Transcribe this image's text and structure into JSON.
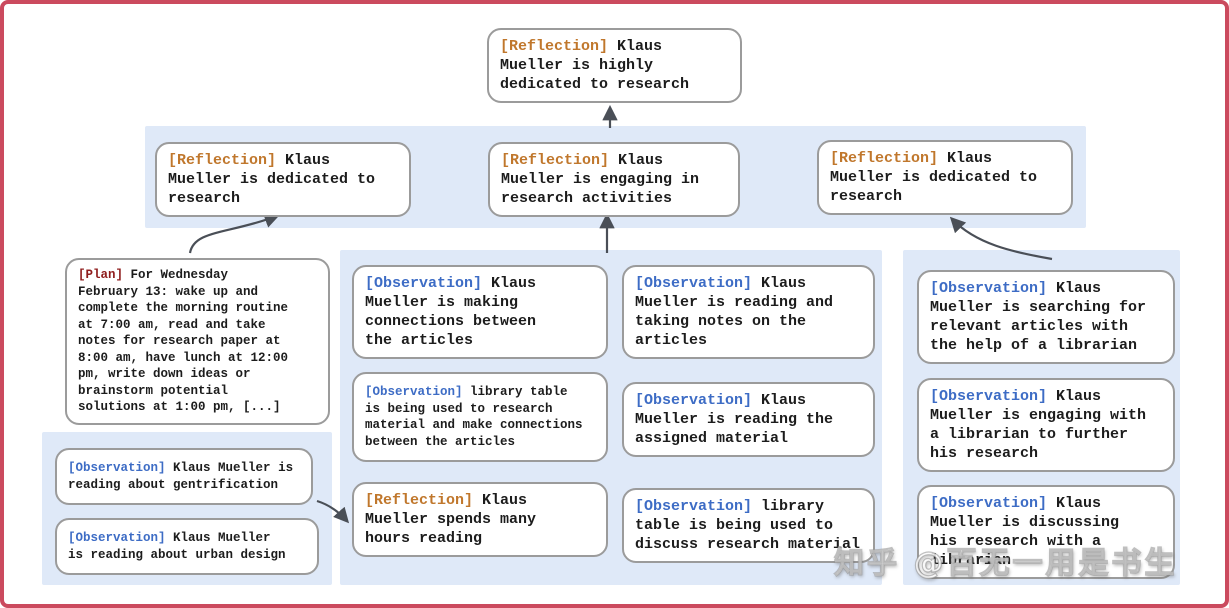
{
  "colors": {
    "reflection_tag": "#c0772c",
    "observation_tag": "#3d6cc5",
    "plan_tag": "#8f1d1d",
    "band_background": "#dfe9f8",
    "box_border": "#9b9b9b",
    "arrow": "#4a4f57",
    "frame_border": "#cb4a5e"
  },
  "diagram": {
    "top": {
      "tag": "[Reflection]",
      "text": "Klaus\nMueller is highly\ndedicated to research"
    },
    "row2": {
      "left": {
        "tag": "[Reflection]",
        "text": "Klaus\nMueller is dedicated to\nresearch"
      },
      "middle": {
        "tag": "[Reflection]",
        "text": "Klaus\nMueller is engaging in\nresearch activities"
      },
      "right": {
        "tag": "[Reflection]",
        "text": "Klaus\nMueller is dedicated to\nresearch"
      }
    },
    "plan": {
      "tag": "[Plan]",
      "text": "For Wednesday\nFebruary 13: wake up and\ncomplete the morning routine\nat 7:00 am, read and take\nnotes for research paper at\n8:00 am, have lunch at 12:00\npm, write down ideas or\nbrainstorm potential\nsolutions at 1:00 pm, [...]"
    },
    "left_group": {
      "obs1": {
        "tag": "[Observation]",
        "text": "Klaus Mueller is\nreading about gentrification"
      },
      "obs2": {
        "tag": "[Observation]",
        "text": "Klaus Mueller\nis reading about urban design"
      }
    },
    "middle_group": {
      "col1": {
        "box1": {
          "tag": "[Observation]",
          "text": "Klaus\nMueller is making\nconnections between\nthe articles"
        },
        "box2": {
          "tag": "[Observation]",
          "text": "library table\nis being used to research\nmaterial and make connections\nbetween the articles"
        },
        "box3": {
          "tag": "[Reflection]",
          "text": "Klaus\nMueller spends many\nhours reading"
        }
      },
      "col2": {
        "box1": {
          "tag": "[Observation]",
          "text": "Klaus\nMueller is reading and\ntaking notes on the\narticles"
        },
        "box2": {
          "tag": "[Observation]",
          "text": "Klaus\nMueller is reading the\nassigned material"
        },
        "box3": {
          "tag": "[Observation]",
          "text": "library\ntable is being used to\ndiscuss research material"
        }
      }
    },
    "right_group": {
      "box1": {
        "tag": "[Observation]",
        "text": "Klaus\nMueller is searching for\nrelevant articles with\nthe help of a librarian"
      },
      "box2": {
        "tag": "[Observation]",
        "text": "Klaus\nMueller is engaging with\na librarian to further\nhis research"
      },
      "box3": {
        "tag": "[Observation]",
        "text": "Klaus\nMueller is discussing\nhis research with a\nlibrarian"
      }
    }
  },
  "watermark": {
    "text": "知乎 @百无一用是书生"
  }
}
